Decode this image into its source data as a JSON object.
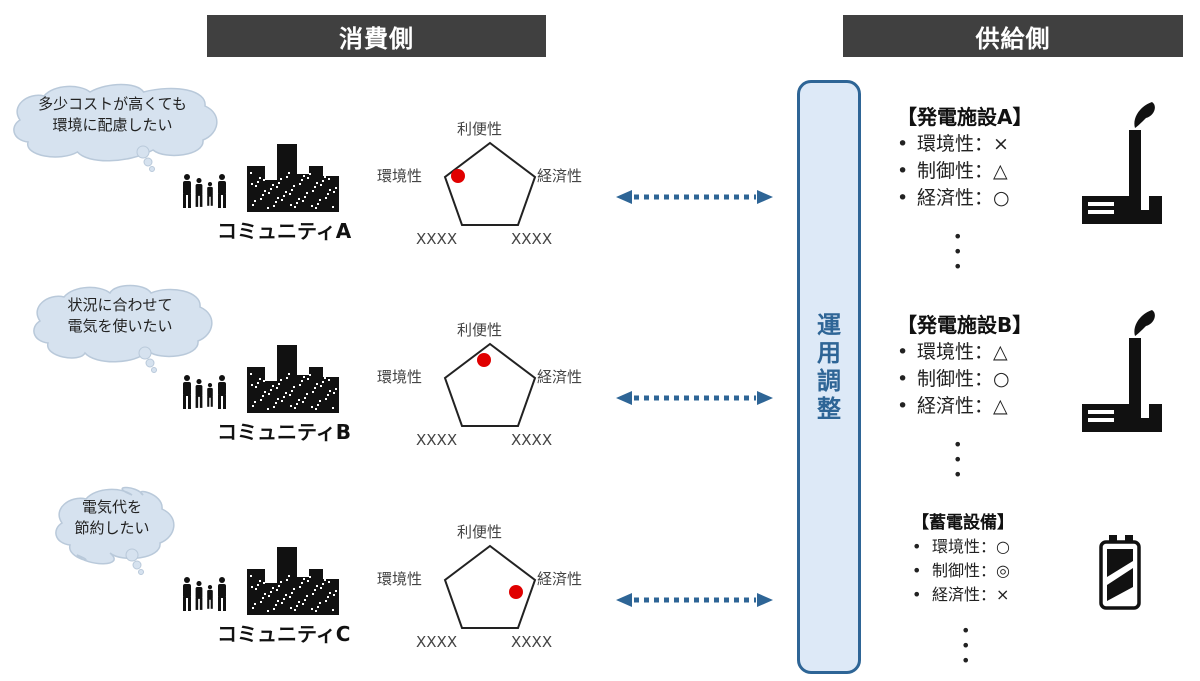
{
  "headers": {
    "consumer": "消費側",
    "supplier": "供給側"
  },
  "operations": {
    "label": "運用調整",
    "accent_color": "#2e6596",
    "fill_color": "#dde9f7"
  },
  "radar_axes": {
    "top": "利便性",
    "left": "環境性",
    "right": "経済性",
    "bottom_left": "XXXX",
    "bottom_right": "XXXX"
  },
  "communities": [
    {
      "name": "コミュニティA",
      "thought": [
        "多少コストが高くても",
        "環境に配慮したい"
      ],
      "priority": "環境性",
      "marker_color": "#e00000"
    },
    {
      "name": "コミュニティB",
      "thought": [
        "状況に合わせて",
        "電気を使いたい"
      ],
      "priority": "利便性",
      "marker_color": "#e00000"
    },
    {
      "name": "コミュニティC",
      "thought": [
        "電気代を",
        "節約したい"
      ],
      "priority": "経済性",
      "marker_color": "#e00000"
    }
  ],
  "facilities": [
    {
      "title": "【発電施設A】",
      "icon": "factory-icon",
      "items": [
        {
          "label": "環境性",
          "rating": "×"
        },
        {
          "label": "制御性",
          "rating": "△"
        },
        {
          "label": "経済性",
          "rating": "○"
        }
      ],
      "bullet": "•",
      "separator": "：",
      "more": "⋮"
    },
    {
      "title": "【発電施設B】",
      "icon": "factory-icon",
      "items": [
        {
          "label": "環境性",
          "rating": "△"
        },
        {
          "label": "制御性",
          "rating": "○"
        },
        {
          "label": "経済性",
          "rating": "△"
        }
      ],
      "bullet": "•",
      "separator": "：",
      "more": "⋮"
    },
    {
      "title": "【蓄電設備】",
      "icon": "battery-icon",
      "items": [
        {
          "label": "環境性",
          "rating": "○"
        },
        {
          "label": "制御性",
          "rating": "◎"
        },
        {
          "label": "経済性",
          "rating": "×"
        }
      ],
      "bullet": "•",
      "separator": "：",
      "more": "⋮"
    }
  ]
}
